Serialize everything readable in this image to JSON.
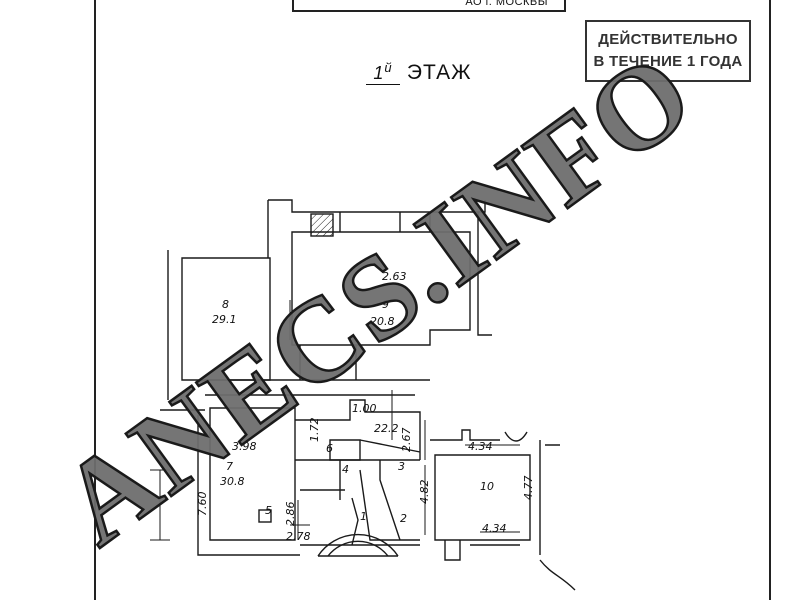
{
  "header": {
    "stamp_text": "АО г. МОСКВЫ"
  },
  "stamp": {
    "line1": "ДЕЙСТВИТЕЛЬНО",
    "line2": "В ТЕЧЕНИЕ 1 ГОДА"
  },
  "floor": {
    "number": "1",
    "suffix": "й",
    "label": "ЭТАЖ"
  },
  "rooms": [
    {
      "id": "8",
      "area": "29.1"
    },
    {
      "id": "9",
      "area": "20.8"
    },
    {
      "id": "7",
      "area": "30.8"
    },
    {
      "id": "6",
      "area": ""
    },
    {
      "id": "5",
      "area": ""
    },
    {
      "id": "4",
      "area": ""
    },
    {
      "id": "3",
      "area": ""
    },
    {
      "id": "2",
      "area": ""
    },
    {
      "id": "1",
      "area": ""
    },
    {
      "id": "10",
      "area": ""
    }
  ],
  "dimensions": [
    "2.63",
    "1.72",
    "1.00",
    "22.2",
    "2.67",
    "3.98",
    "7.60",
    "2.86",
    "2.78",
    "4.82",
    "4.34",
    "4.77",
    "4.34"
  ],
  "watermark": {
    "text": "ANECS.INFO"
  }
}
